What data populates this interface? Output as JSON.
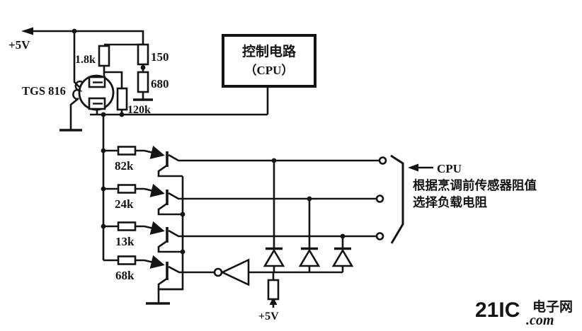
{
  "figure": {
    "type": "circuit-schematic",
    "power_rail_label": "+5V",
    "sensor": {
      "label": "TGS 816"
    },
    "bias_network": {
      "r_1_8k": "1.8k",
      "r_150": "150",
      "r_680": "680",
      "r_120k": "120k"
    },
    "control_box": {
      "line1": "控制电路",
      "line2": "（CPU）"
    },
    "load_resistors": {
      "r_82k": "82k",
      "r_24k": "24k",
      "r_13k": "13k",
      "r_68k": "68k"
    },
    "pullup_supply_label": "+5V",
    "annotation": {
      "arrow_label": "CPU",
      "text_line1": "根据烹调前传感器阻值",
      "text_line2": "选择负载电阻"
    }
  },
  "watermark": {
    "brand": "21IC",
    "domain_suffix": ".com",
    "site_name": "电子网",
    "color": "#f0b2b2"
  },
  "colors": {
    "ink": "#141414",
    "paper": "#ffffff"
  }
}
